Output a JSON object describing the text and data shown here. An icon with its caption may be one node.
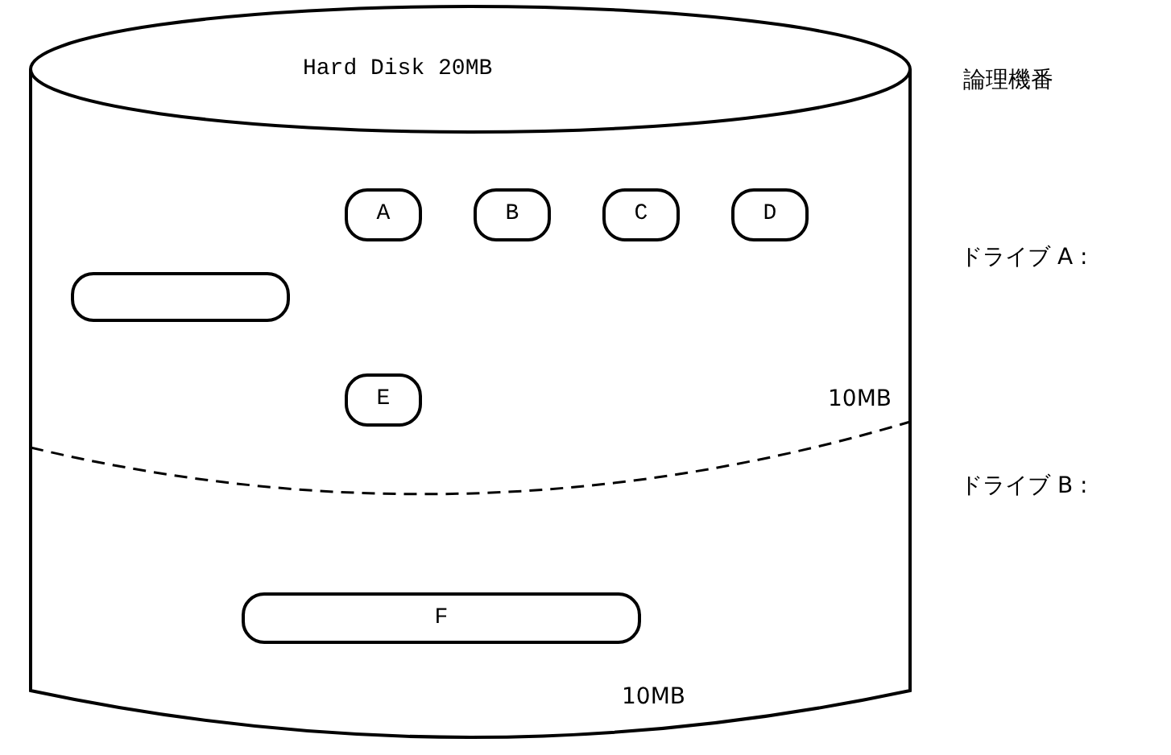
{
  "diagram": {
    "nodes": [
      {
        "text": [
          "Hard Disk 20MB"
        ]
      },
      {
        "text": [
          "A"
        ],
        "in": 0
      },
      {
        "text": [
          "B"
        ],
        "in": 0
      },
      {
        "text": [
          "C"
        ],
        "in": 0
      },
      {
        "text": [
          "D"
        ],
        "in": 0
      },
      {
        "text": [],
        "shape": "box",
        "in": 0
      },
      {
        "text": [
          "E"
        ],
        "in": 0
      },
      {
        "text": [
          "F"
        ],
        "in": 0
      }
    ],
    "labels": [
      "論理機番",
      "ドライブ A :",
      "10MB",
      "ドライブ B :",
      "10MB"
    ]
  }
}
